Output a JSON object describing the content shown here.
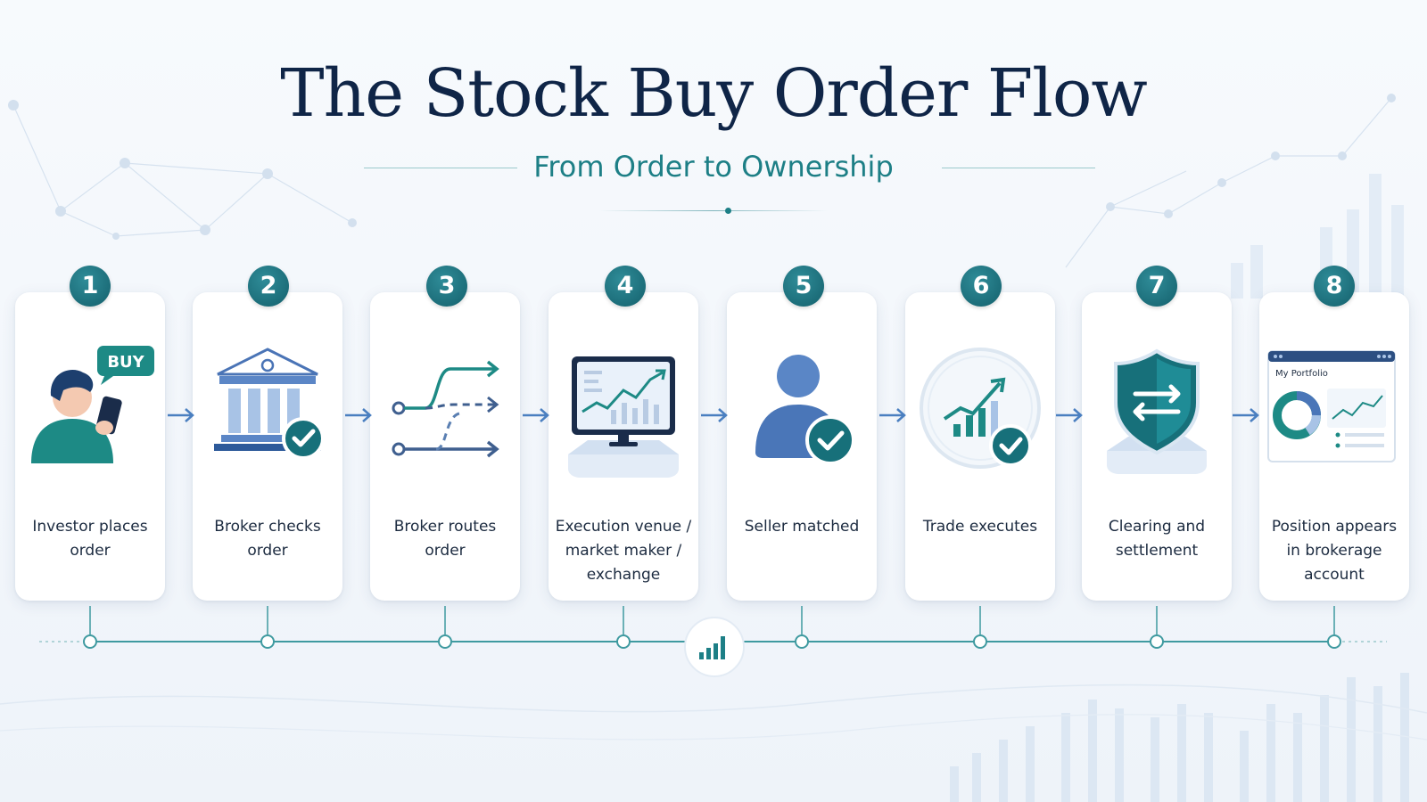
{
  "title": "The Stock Buy Order Flow",
  "subtitle": "From Order to Ownership",
  "colors": {
    "navy": "#0f2547",
    "teal": "#1d7f86",
    "blue": "#4a7fc0"
  },
  "steps": [
    {
      "number": "1",
      "label": "Investor places order",
      "icon": "investor-phone-icon",
      "badge_text": "BUY"
    },
    {
      "number": "2",
      "label": "Broker checks order",
      "icon": "bank-check-icon"
    },
    {
      "number": "3",
      "label": "Broker routes order",
      "icon": "routing-arrows-icon"
    },
    {
      "number": "4",
      "label": "Execution venue / market maker / exchange",
      "icon": "monitor-chart-icon"
    },
    {
      "number": "5",
      "label": "Seller matched",
      "icon": "user-check-icon"
    },
    {
      "number": "6",
      "label": "Trade executes",
      "icon": "chart-check-icon"
    },
    {
      "number": "7",
      "label": "Clearing and settlement",
      "icon": "shield-transfer-icon"
    },
    {
      "number": "8",
      "label": "Position appears in brokerage account",
      "icon": "portfolio-screen-icon",
      "screen_title": "My Portfolio"
    }
  ]
}
